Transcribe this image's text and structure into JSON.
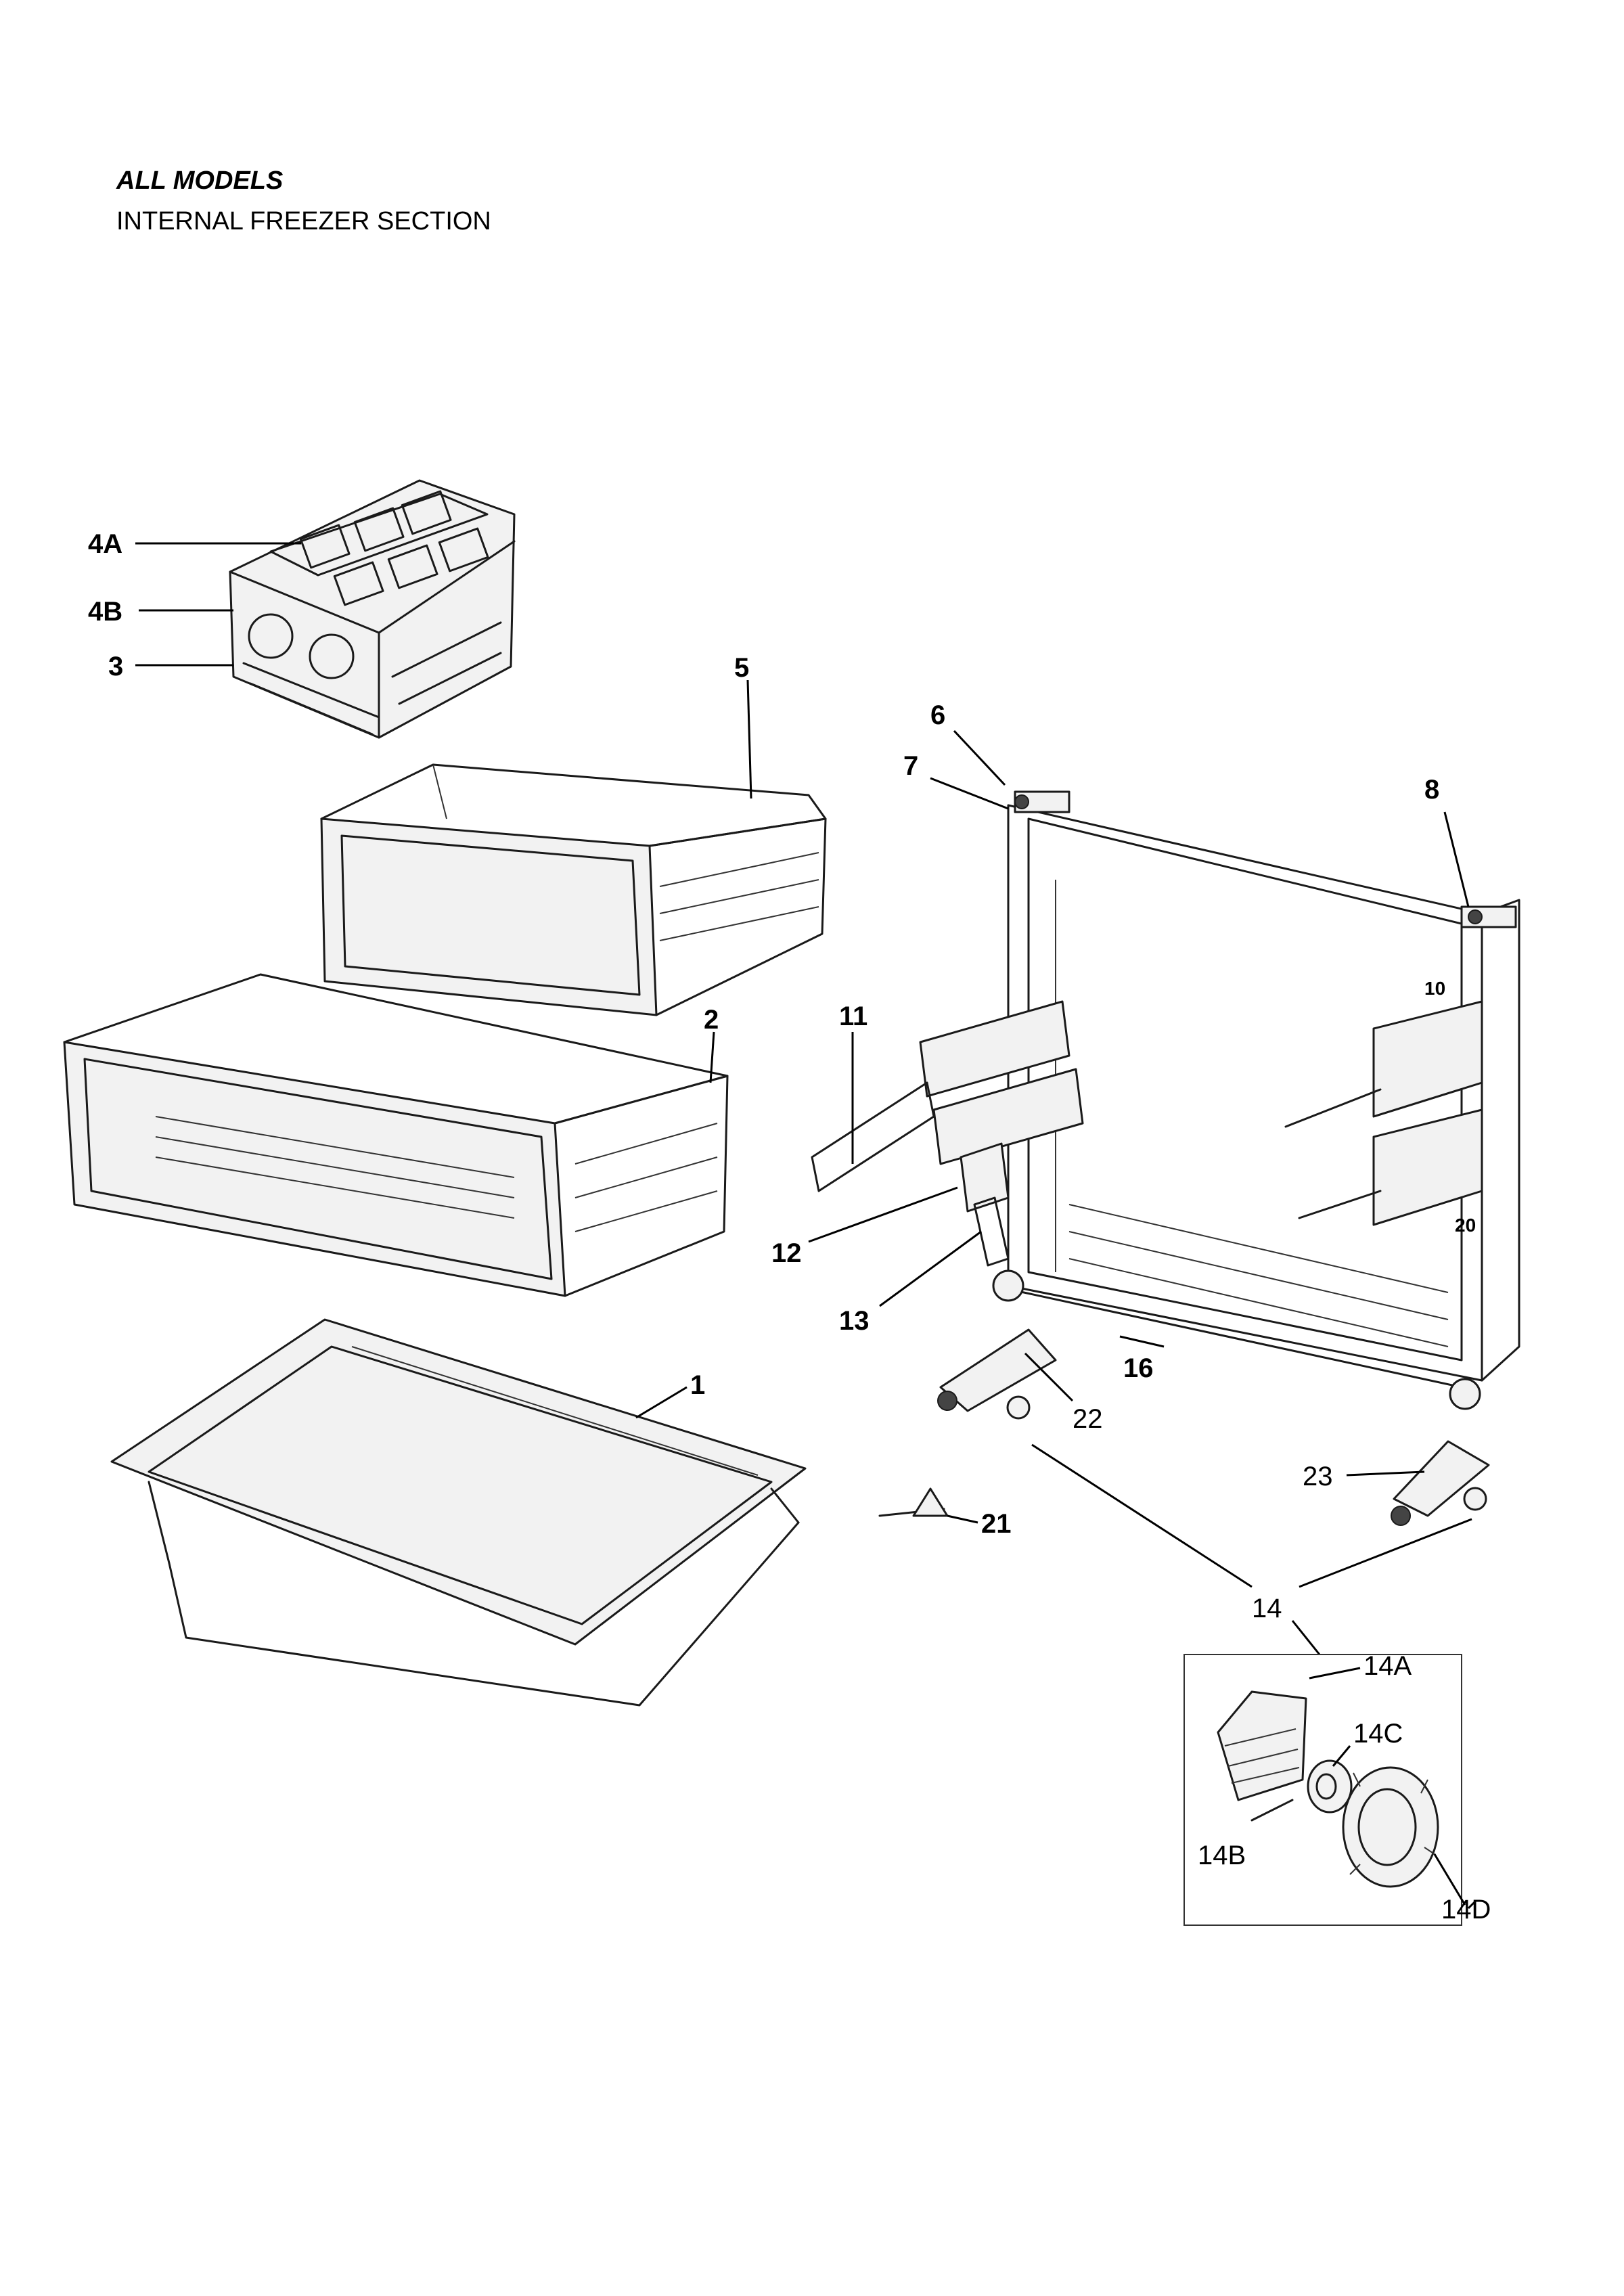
{
  "header": {
    "title": "ALL MODELS",
    "subtitle": "INTERNAL FREEZER SECTION"
  },
  "callouts": {
    "c4A": "4A",
    "c4B": "4B",
    "c3": "3",
    "c5": "5",
    "c6": "6",
    "c7": "7",
    "c8": "8",
    "c10": "10",
    "c11": "11",
    "c2": "2",
    "c12": "12",
    "c13": "13",
    "c20": "20",
    "c16": "16",
    "c1": "1",
    "c22": "22",
    "c23": "23",
    "c21": "21",
    "c14": "14",
    "c14A": "14A",
    "c14C": "14C",
    "c14B": "14B",
    "c14D": "14D"
  }
}
